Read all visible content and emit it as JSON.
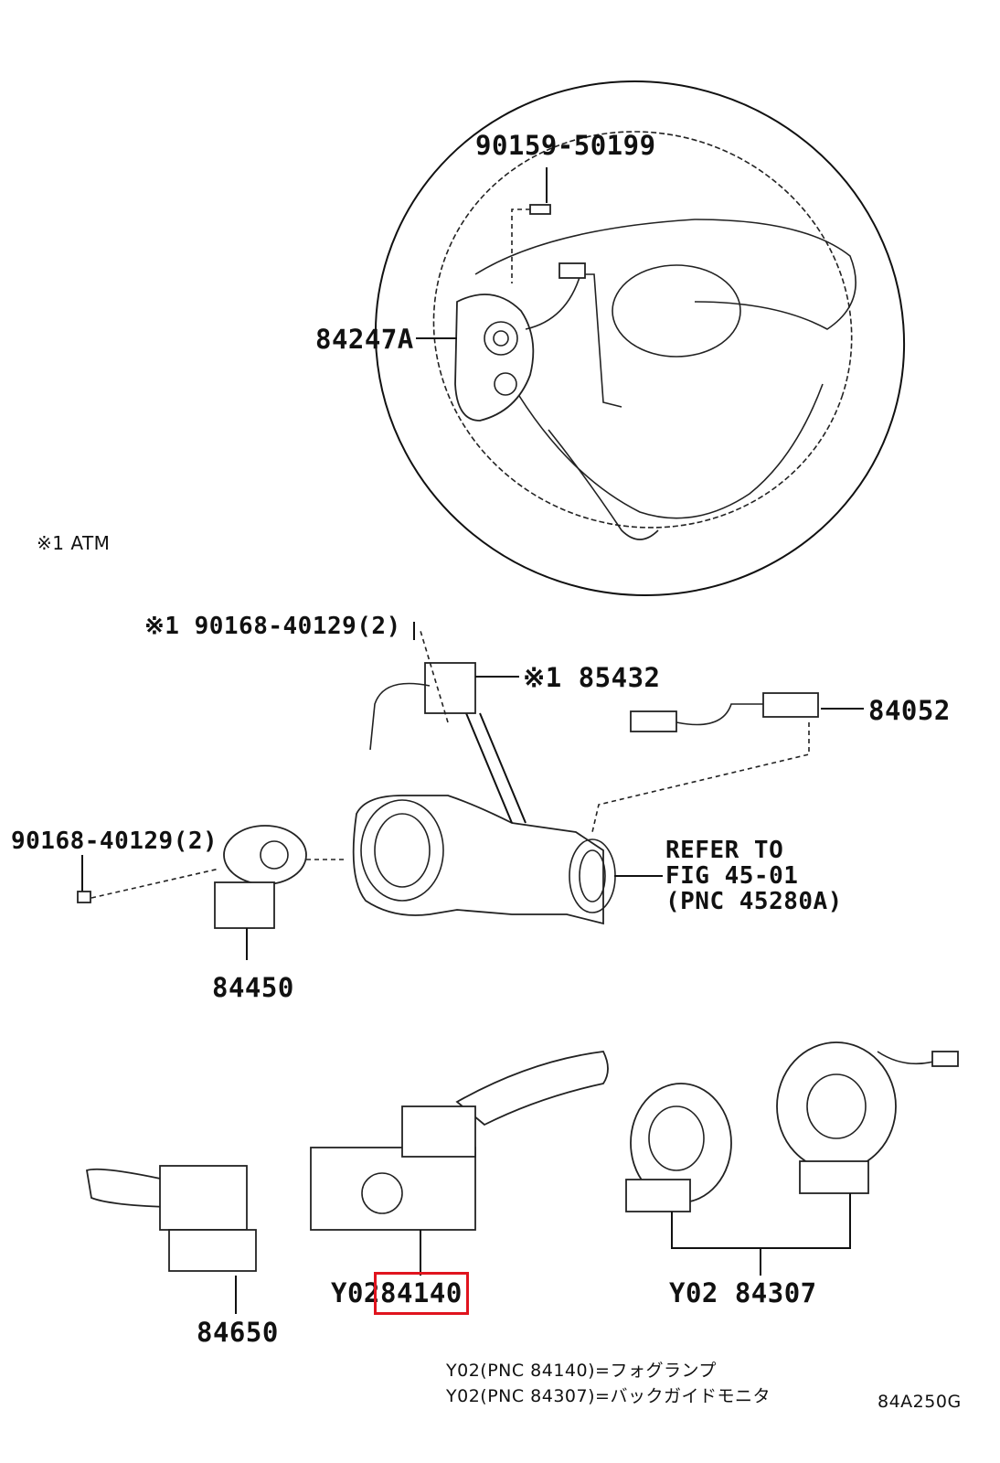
{
  "diagram": {
    "labels": {
      "p90159": "90159-50199",
      "p84247A": "84247A",
      "atm_note": "※1 ATM",
      "p90168_top": "※1 90168-40129(2)",
      "p85432": "※1 85432",
      "p84052": "84052",
      "p90168_left": "90168-40129(2)",
      "refer_line1": "REFER TO",
      "refer_line2": "FIG 45-01",
      "refer_line3": "(PNC 45280A)",
      "p84450": "84450",
      "p84650": "84650",
      "y02_a_prefix": "Y02",
      "y02_a_code": "84140",
      "y02_b": "Y02 84307",
      "note1": "Y02(PNC 84140)=フォグランプ",
      "note2": "Y02(PNC 84307)=バックガイドモニタ",
      "figure_id": "84A250G"
    },
    "highlight_color": "#e0141e"
  }
}
